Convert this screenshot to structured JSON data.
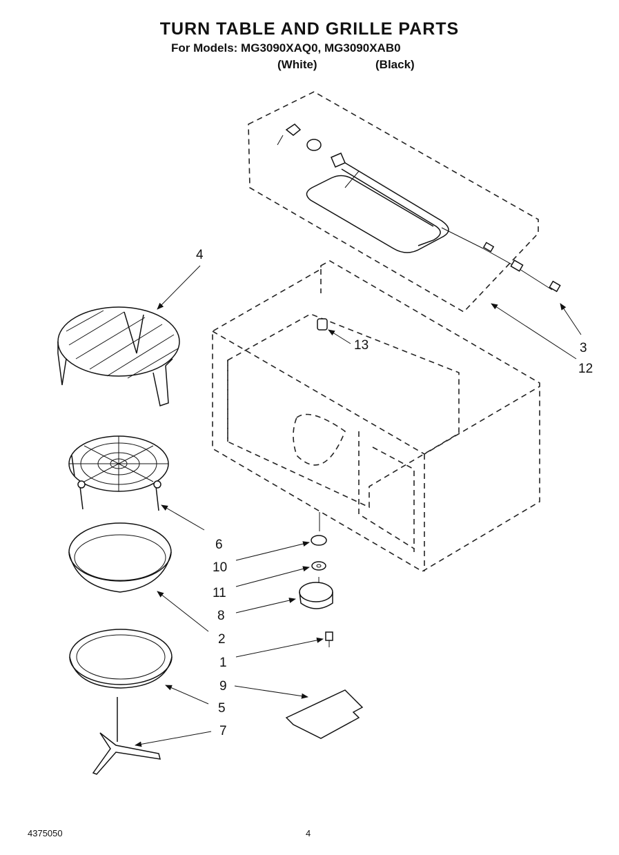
{
  "header": {
    "title": "TURN TABLE AND GRILLE PARTS",
    "models_line": "For Models: MG3090XAQ0, MG3090XAB0",
    "variant_white": "(White)",
    "variant_black": "(Black)"
  },
  "callouts": {
    "c1": "1",
    "c2": "2",
    "c3": "3",
    "c4": "4",
    "c5": "5",
    "c6": "6",
    "c7": "7",
    "c8": "8",
    "c9": "9",
    "c10": "10",
    "c11": "11",
    "c12": "12",
    "c13": "13"
  },
  "footer": {
    "doc_number": "4375050",
    "page_number": "4"
  }
}
